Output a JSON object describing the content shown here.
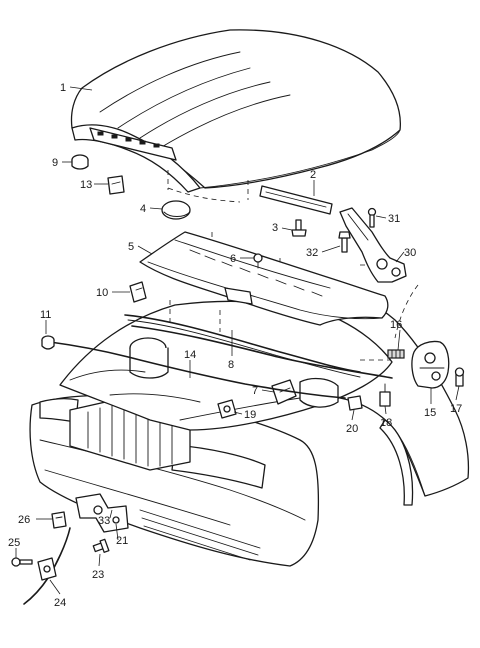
{
  "callouts": [
    {
      "label": "1"
    },
    {
      "label": "2"
    },
    {
      "label": "3"
    },
    {
      "label": "4"
    },
    {
      "label": "5"
    },
    {
      "label": "6"
    },
    {
      "label": "7"
    },
    {
      "label": "8"
    },
    {
      "label": "9"
    },
    {
      "label": "10"
    },
    {
      "label": "11"
    },
    {
      "label": "13"
    },
    {
      "label": "14"
    },
    {
      "label": "15"
    },
    {
      "label": "16"
    },
    {
      "label": "17"
    },
    {
      "label": "18"
    },
    {
      "label": "19"
    },
    {
      "label": "20"
    },
    {
      "label": "21"
    },
    {
      "label": "23"
    },
    {
      "label": "24"
    },
    {
      "label": "25"
    },
    {
      "label": "26"
    },
    {
      "label": "30"
    },
    {
      "label": "31"
    },
    {
      "label": "32"
    },
    {
      "label": "33"
    }
  ]
}
